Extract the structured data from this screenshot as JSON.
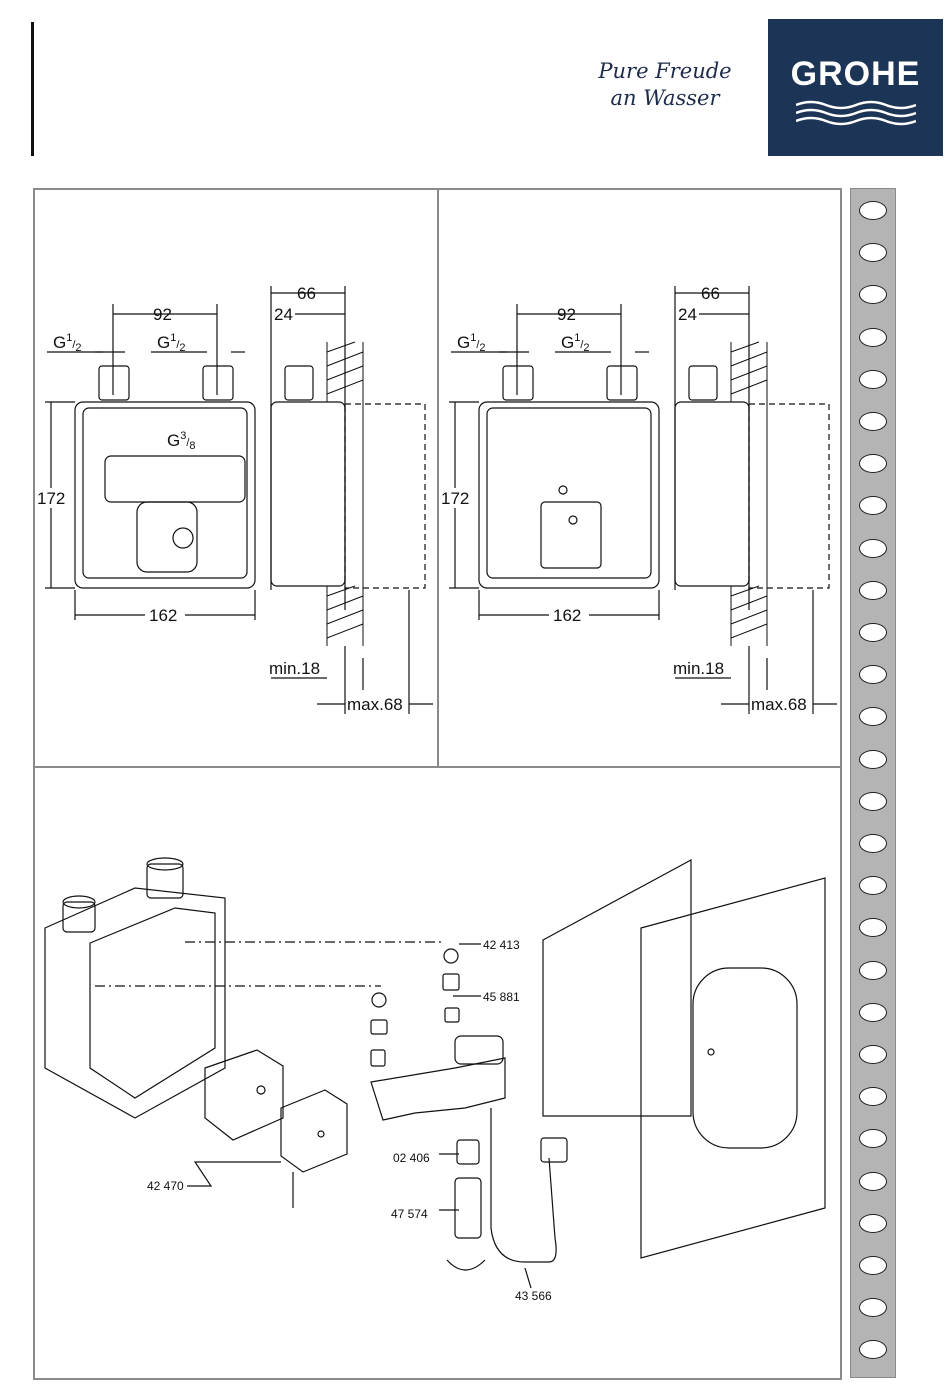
{
  "brand": {
    "tagline_line1": "Pure Freude",
    "tagline_line2": "an Wasser",
    "logo": "GROHE",
    "brand_color": "#1c3456"
  },
  "diagram_left": {
    "dim_92": "92",
    "dim_66": "66",
    "dim_24": "24",
    "thread_left": "G",
    "thread_right": "G",
    "thread_g38": "G",
    "frac_half_num": "1",
    "frac_half_den": "2",
    "frac_38_num": "3",
    "frac_38_den": "8",
    "dim_172": "172",
    "dim_162": "162",
    "dim_min18": "min.18",
    "dim_max68": "max.68"
  },
  "diagram_right": {
    "dim_92": "92",
    "dim_66": "66",
    "dim_24": "24",
    "thread_left": "G",
    "thread_right": "G",
    "frac_half_num": "1",
    "frac_half_den": "2",
    "dim_172": "172",
    "dim_162": "162",
    "dim_min18": "min.18",
    "dim_max68": "max.68"
  },
  "parts": {
    "p42413": "42 413",
    "p45881": "45 881",
    "p02406": "02 406",
    "p47574": "47 574",
    "p42470": "42 470",
    "p43566": "43 566"
  },
  "icons": [
    "grohe-wave-icon",
    "punch-hole-icon"
  ]
}
